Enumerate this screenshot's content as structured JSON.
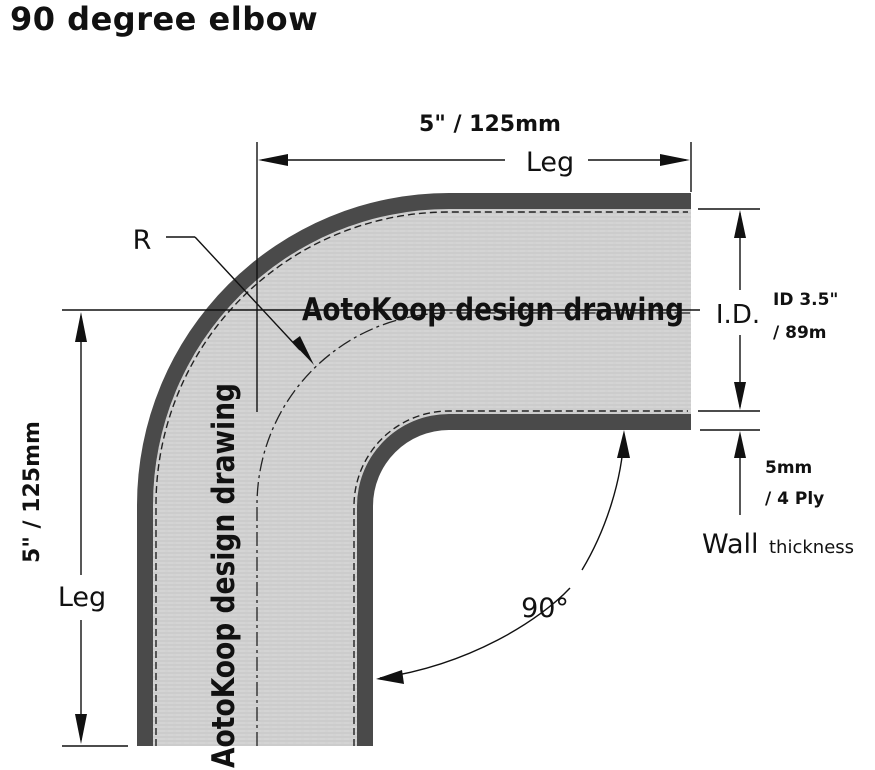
{
  "title": "90 degree elbow",
  "dimensions": {
    "top_length": "5\" / 125mm",
    "top_leg": "Leg",
    "side_length": "5\" / 125mm",
    "side_leg": "Leg",
    "radius": "R",
    "id_label": "I.D.",
    "id_value_line1": "ID 3.5\"",
    "id_value_line2": "/ 89m",
    "wall_line1": "5mm",
    "wall_line2": "/ 4 Ply",
    "wall_label": "Wall",
    "wall_sub": "thickness",
    "angle": "90°"
  },
  "watermarks": {
    "horizontal": "AotoKoop design drawing",
    "vertical": "AotoKoop design drawing"
  },
  "colors": {
    "wall": "#4a4a4a",
    "bore": "#cfcfcf",
    "ink": "#111111"
  }
}
